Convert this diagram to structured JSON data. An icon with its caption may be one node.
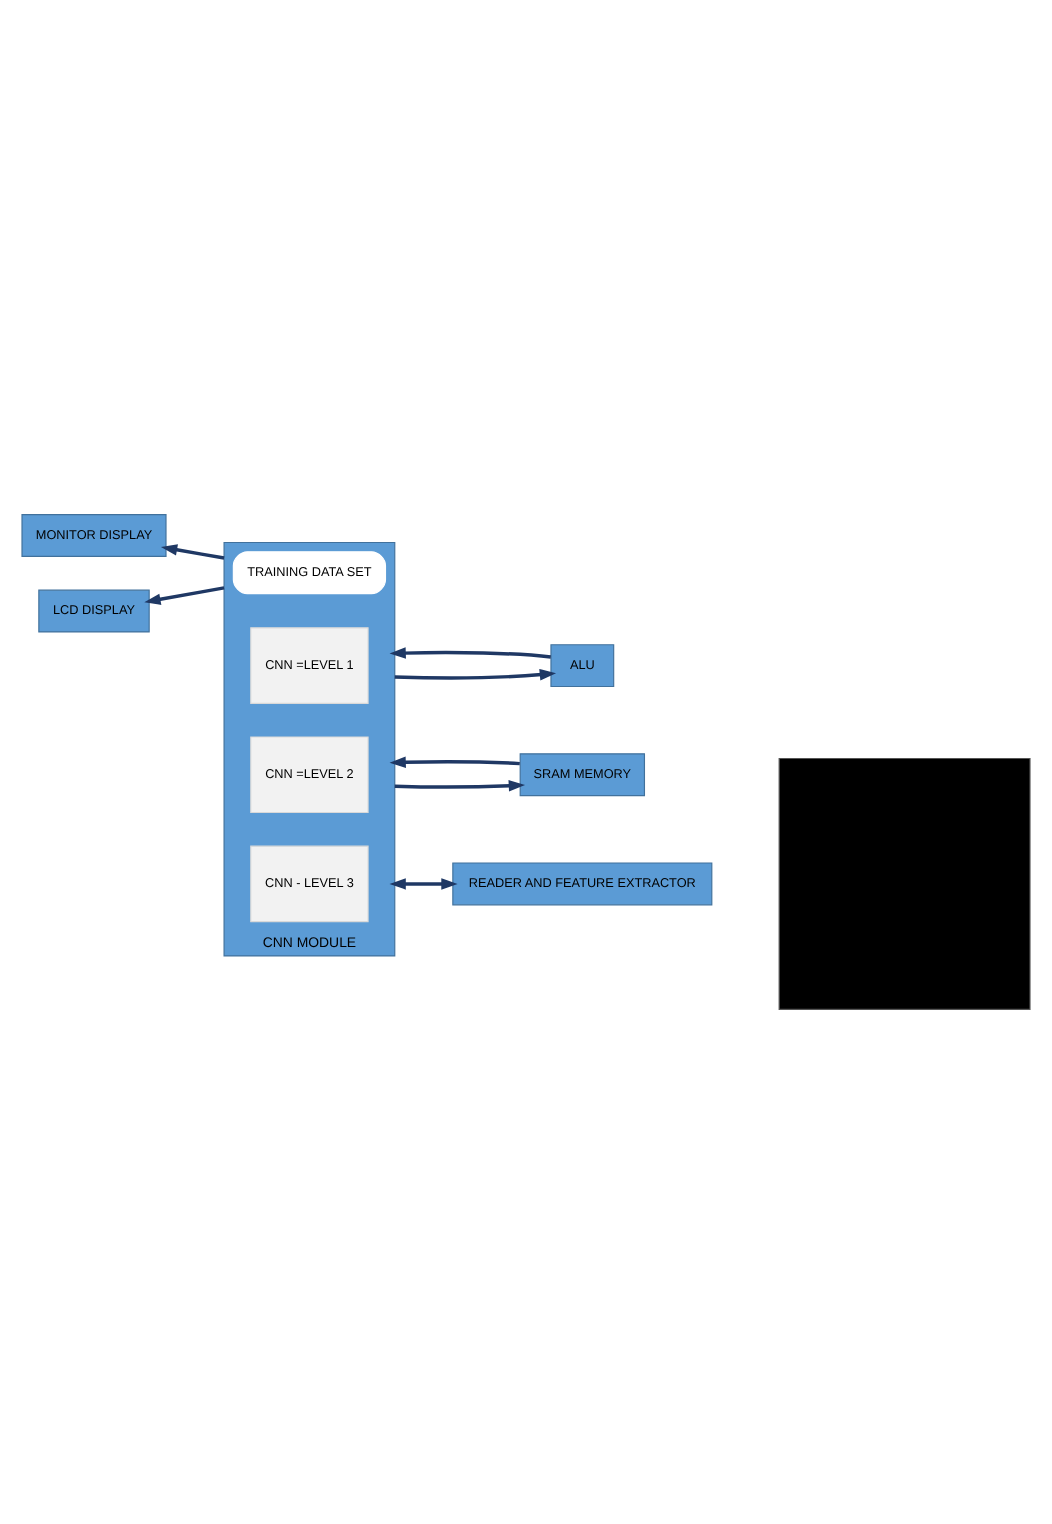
{
  "diagram": {
    "nodes": [
      {
        "text": [
          "CNN MODULE"
        ]
      },
      {
        "text": [
          "TRAINING DATA SET"
        ],
        "in": 0
      },
      {
        "text": [
          "CNN =LEVEL 1"
        ],
        "in": 0
      },
      {
        "text": [
          "CNN =LEVEL 2"
        ],
        "in": 0
      },
      {
        "text": [
          "CNN - LEVEL 3"
        ],
        "in": 0
      },
      {
        "text": [
          "MONITOR DISPLAY"
        ]
      },
      {
        "text": [
          "LCD DISPLAY"
        ]
      },
      {
        "text": [
          "ALU"
        ]
      },
      {
        "text": [
          "SRAM MEMORY"
        ]
      },
      {
        "text": [
          "READER AND FEATURE EXTRACTOR"
        ]
      },
      {
        "text": [],
        "shape": "box"
      }
    ],
    "edges": [
      {
        "from": 0,
        "to": 7,
        "arrow": "to"
      },
      {
        "from": 7,
        "to": 0,
        "arrow": "to"
      },
      {
        "from": 0,
        "to": 8,
        "arrow": "to"
      },
      {
        "from": 8,
        "to": 0,
        "arrow": "to"
      },
      {
        "from": 0,
        "to": 5,
        "arrow": "to"
      },
      {
        "from": 0,
        "to": 6,
        "arrow": "to"
      },
      {
        "from": 0,
        "to": 9,
        "arrow": "both"
      }
    ]
  }
}
